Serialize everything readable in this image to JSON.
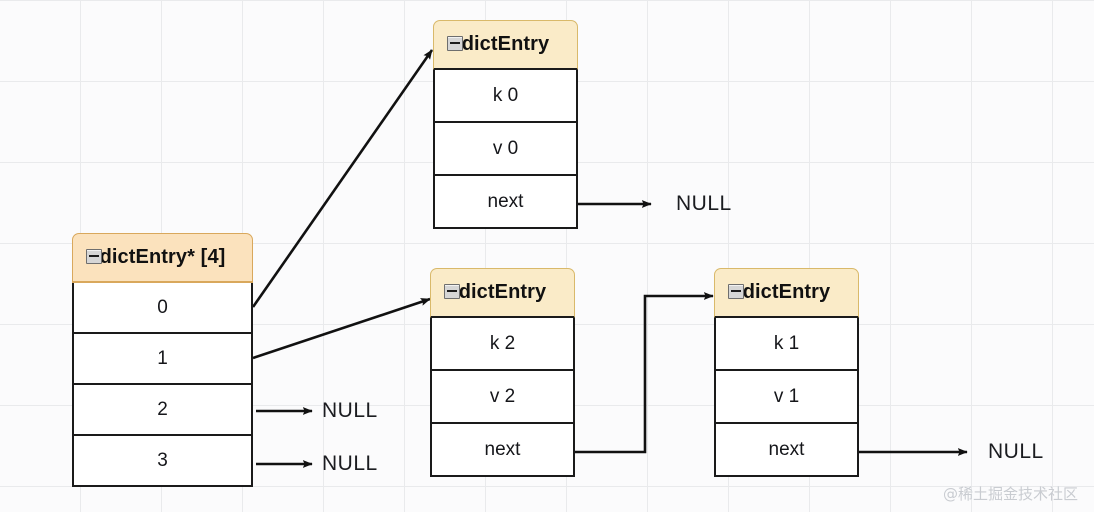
{
  "diagram": {
    "title": "dict hash table with dictEntry chaining",
    "background_color": "#fbfbfc",
    "grid_color": "#e9eaec",
    "header_fill": "#faebc8",
    "array_header_fill": "#fbe2bd",
    "border_color": "#1a1a1a",
    "icon_name": "collapse-minus-icon"
  },
  "array": {
    "header_label": "dictEntry* [4]",
    "cells": [
      {
        "label": "0"
      },
      {
        "label": "1"
      },
      {
        "label": "2"
      },
      {
        "label": "3"
      }
    ]
  },
  "nodes": [
    {
      "id": "entry0",
      "header_label": "dictEntry",
      "cells": [
        {
          "label": "k 0"
        },
        {
          "label": "v 0"
        },
        {
          "label": "next"
        }
      ]
    },
    {
      "id": "entry2",
      "header_label": "dictEntry",
      "cells": [
        {
          "label": "k 2"
        },
        {
          "label": "v 2"
        },
        {
          "label": "next"
        }
      ]
    },
    {
      "id": "entry1",
      "header_label": "dictEntry",
      "cells": [
        {
          "label": "k 1"
        },
        {
          "label": "v 1"
        },
        {
          "label": "next"
        }
      ]
    }
  ],
  "null_labels": [
    {
      "id": "null-entry0-next",
      "text": "NULL"
    },
    {
      "id": "null-bucket2",
      "text": "NULL"
    },
    {
      "id": "null-bucket3",
      "text": "NULL"
    },
    {
      "id": "null-entry1-next",
      "text": "NULL"
    }
  ],
  "watermark": {
    "text": "@稀土掘金技术社区"
  }
}
